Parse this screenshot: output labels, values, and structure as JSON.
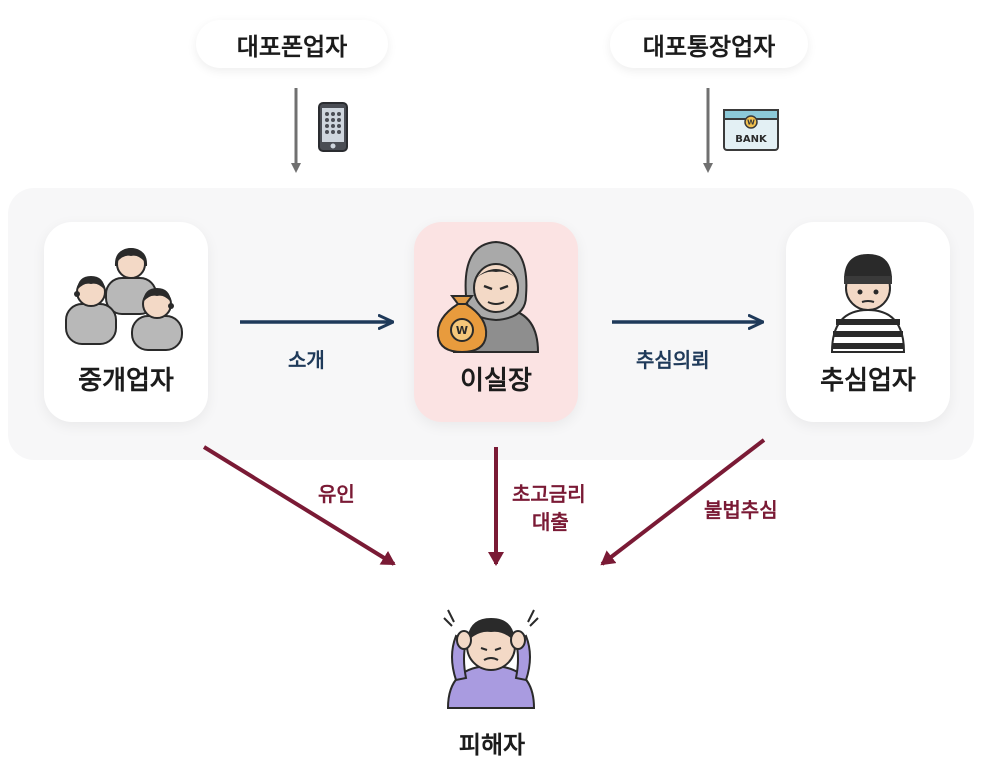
{
  "top": {
    "phone_vendor": "대포폰업자",
    "account_vendor": "대포통장업자",
    "bank_label": "BANK"
  },
  "actors": {
    "broker": "중개업자",
    "lee": "이실장",
    "collector": "추심업자",
    "victim": "피해자"
  },
  "flows": {
    "introduce": "소개",
    "collection_request": "추심의뢰",
    "lure": "유인",
    "high_interest_line1": "초고금리",
    "high_interest_line2": "대출",
    "illegal_collection": "불법추심"
  },
  "icons": {
    "phone": "phone-icon",
    "bank_book": "bankbook-icon",
    "money_bag": "money-bag-icon"
  },
  "colors": {
    "navy_arrow": "#1f3a5a",
    "maroon_arrow": "#7a1a35",
    "gray_arrow": "#707070",
    "center_card": "#fbe3e3"
  }
}
